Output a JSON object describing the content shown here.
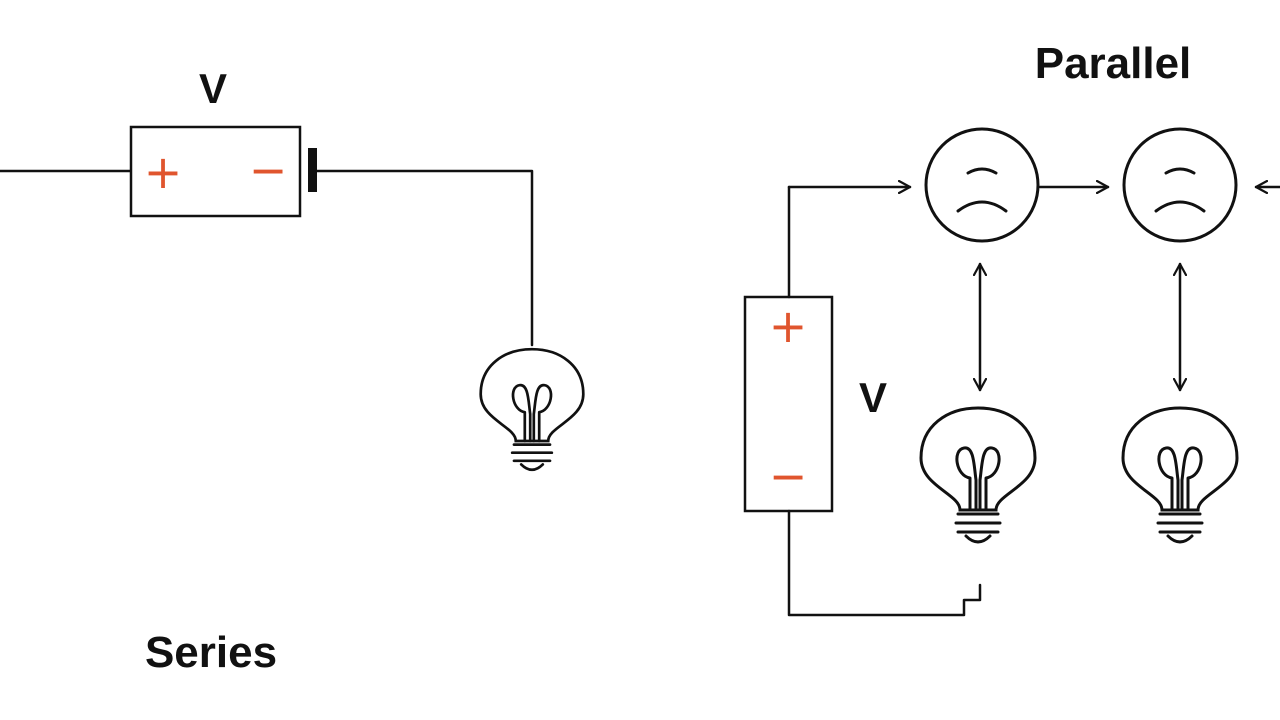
{
  "series": {
    "title": "Series",
    "voltage_label": "V",
    "plus_sign": "+",
    "minus_sign": "−"
  },
  "parallel": {
    "title": "Parallel",
    "voltage_label": "V",
    "plus_sign": "+",
    "minus_sign": "−"
  },
  "colors": {
    "line": "#111111",
    "sign": "#e0552e",
    "background": "#ffffff"
  }
}
